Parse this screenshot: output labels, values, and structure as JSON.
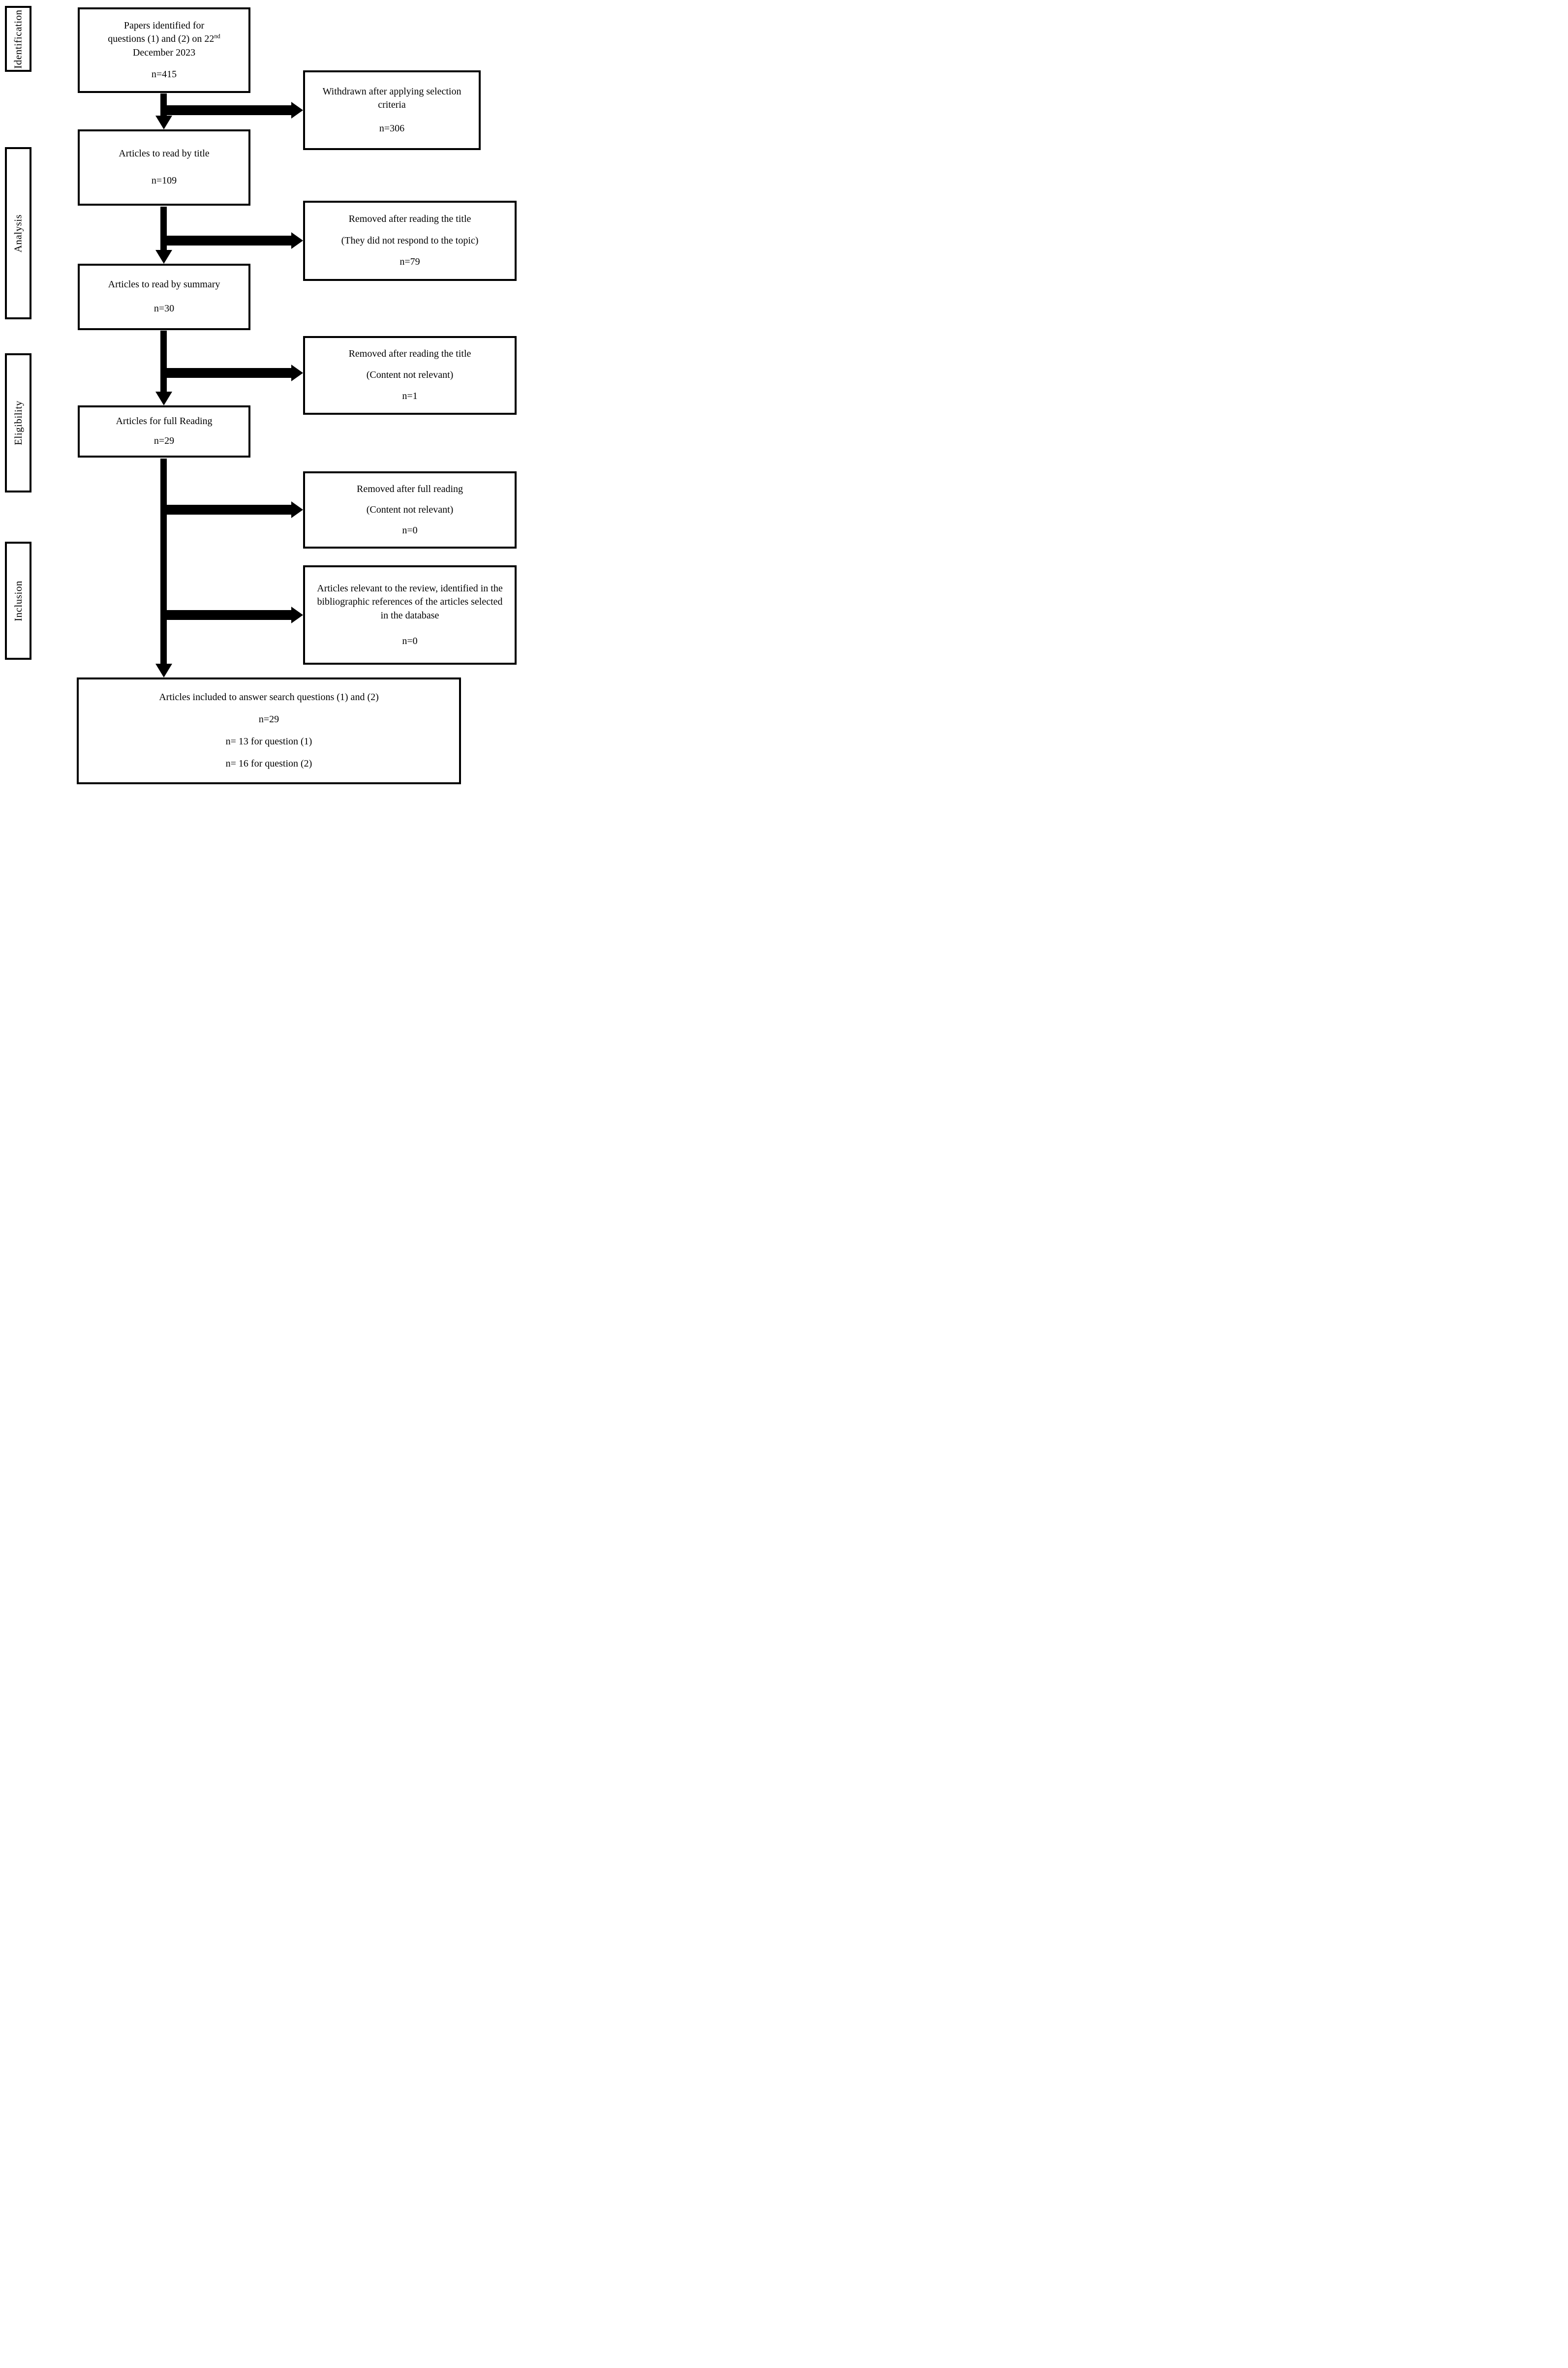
{
  "stages": {
    "identification": "Identification",
    "analysis": "Analysis",
    "eligibility": "Eligibility",
    "inclusion": "Inclusion"
  },
  "main_boxes": {
    "identified": {
      "line1": "Papers identified for",
      "line2_pre": "questions (1) and (2) on 22",
      "line2_sup": "nd",
      "line3": "December 2023",
      "n": "n=415"
    },
    "by_title": {
      "title": "Articles to read by title",
      "n": "n=109"
    },
    "by_summary": {
      "title": "Articles to read by summary",
      "n": "n=30"
    },
    "full_reading": {
      "title": "Articles for full Reading",
      "n": "n=29"
    },
    "included": {
      "title": "Articles included to answer search questions (1) and (2)",
      "n1": "n=29",
      "n2": "n= 13 for question (1)",
      "n3": "n= 16 for question (2)"
    }
  },
  "side_boxes": {
    "withdrawn": {
      "title": "Withdrawn after applying selection criteria",
      "n": "n=306"
    },
    "removed_title_topic": {
      "title": "Removed after reading the title",
      "subtitle": "(They did not respond to the topic)",
      "n": "n=79"
    },
    "removed_title_relevance": {
      "title": "Removed after reading the title",
      "subtitle": "(Content not relevant)",
      "n": "n=1"
    },
    "removed_full_reading": {
      "title": "Removed after full reading",
      "subtitle": "(Content not relevant)",
      "n": "n=0"
    },
    "bibliographic": {
      "title": "Articles relevant to the review, identified in the bibliographic references of the articles selected in the database",
      "n": "n=0"
    }
  },
  "colors": {
    "background": "#ffffff",
    "box_border": "#000000",
    "arrow": "#000000",
    "text": "#000000"
  }
}
